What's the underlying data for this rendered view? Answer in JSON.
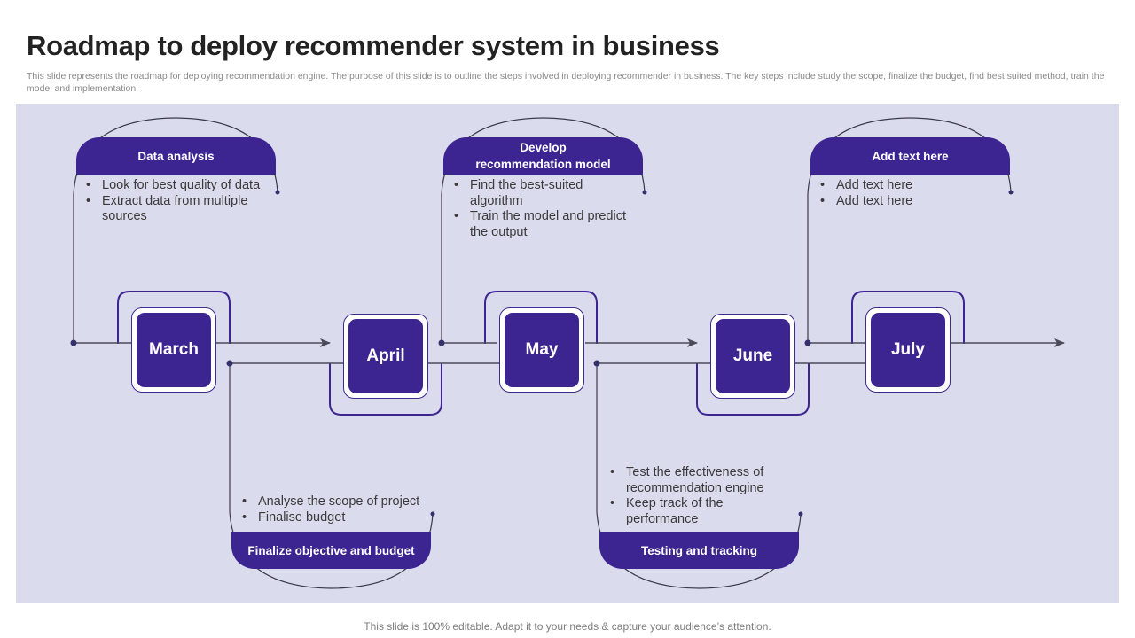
{
  "header": {
    "title": "Roadmap to deploy recommender system in business",
    "subtitle": "This slide represents the roadmap for deploying recommendation engine. The purpose of this slide is to outline the steps involved in deploying recommender in business. The key steps include study the scope, finalize the budget, find best suited method, train the model and implementation."
  },
  "months": [
    "March",
    "April",
    "May",
    "June",
    "July"
  ],
  "steps": [
    {
      "title": "Data analysis",
      "bullets": [
        "Look for best quality of data",
        "Extract data from multiple sources"
      ]
    },
    {
      "title": "Finalize objective and budget",
      "bullets": [
        "Analyse the scope of project",
        "Finalise budget"
      ]
    },
    {
      "title": "Develop recommendation model",
      "bullets": [
        "Find the best-suited algorithm",
        "Train the model and predict the output"
      ]
    },
    {
      "title": "Testing and tracking",
      "bullets": [
        "Test the effectiveness of recommendation engine",
        "Keep track of the performance"
      ]
    },
    {
      "title": "Add text here",
      "bullets": [
        "Add text here",
        "Add text here"
      ]
    }
  ],
  "footer": "This slide is 100% editable. Adapt it to your needs & capture your audience’s attention.",
  "colors": {
    "accent": "#3d2591",
    "panel": "#dadcee",
    "line": "#4a4a5a"
  }
}
